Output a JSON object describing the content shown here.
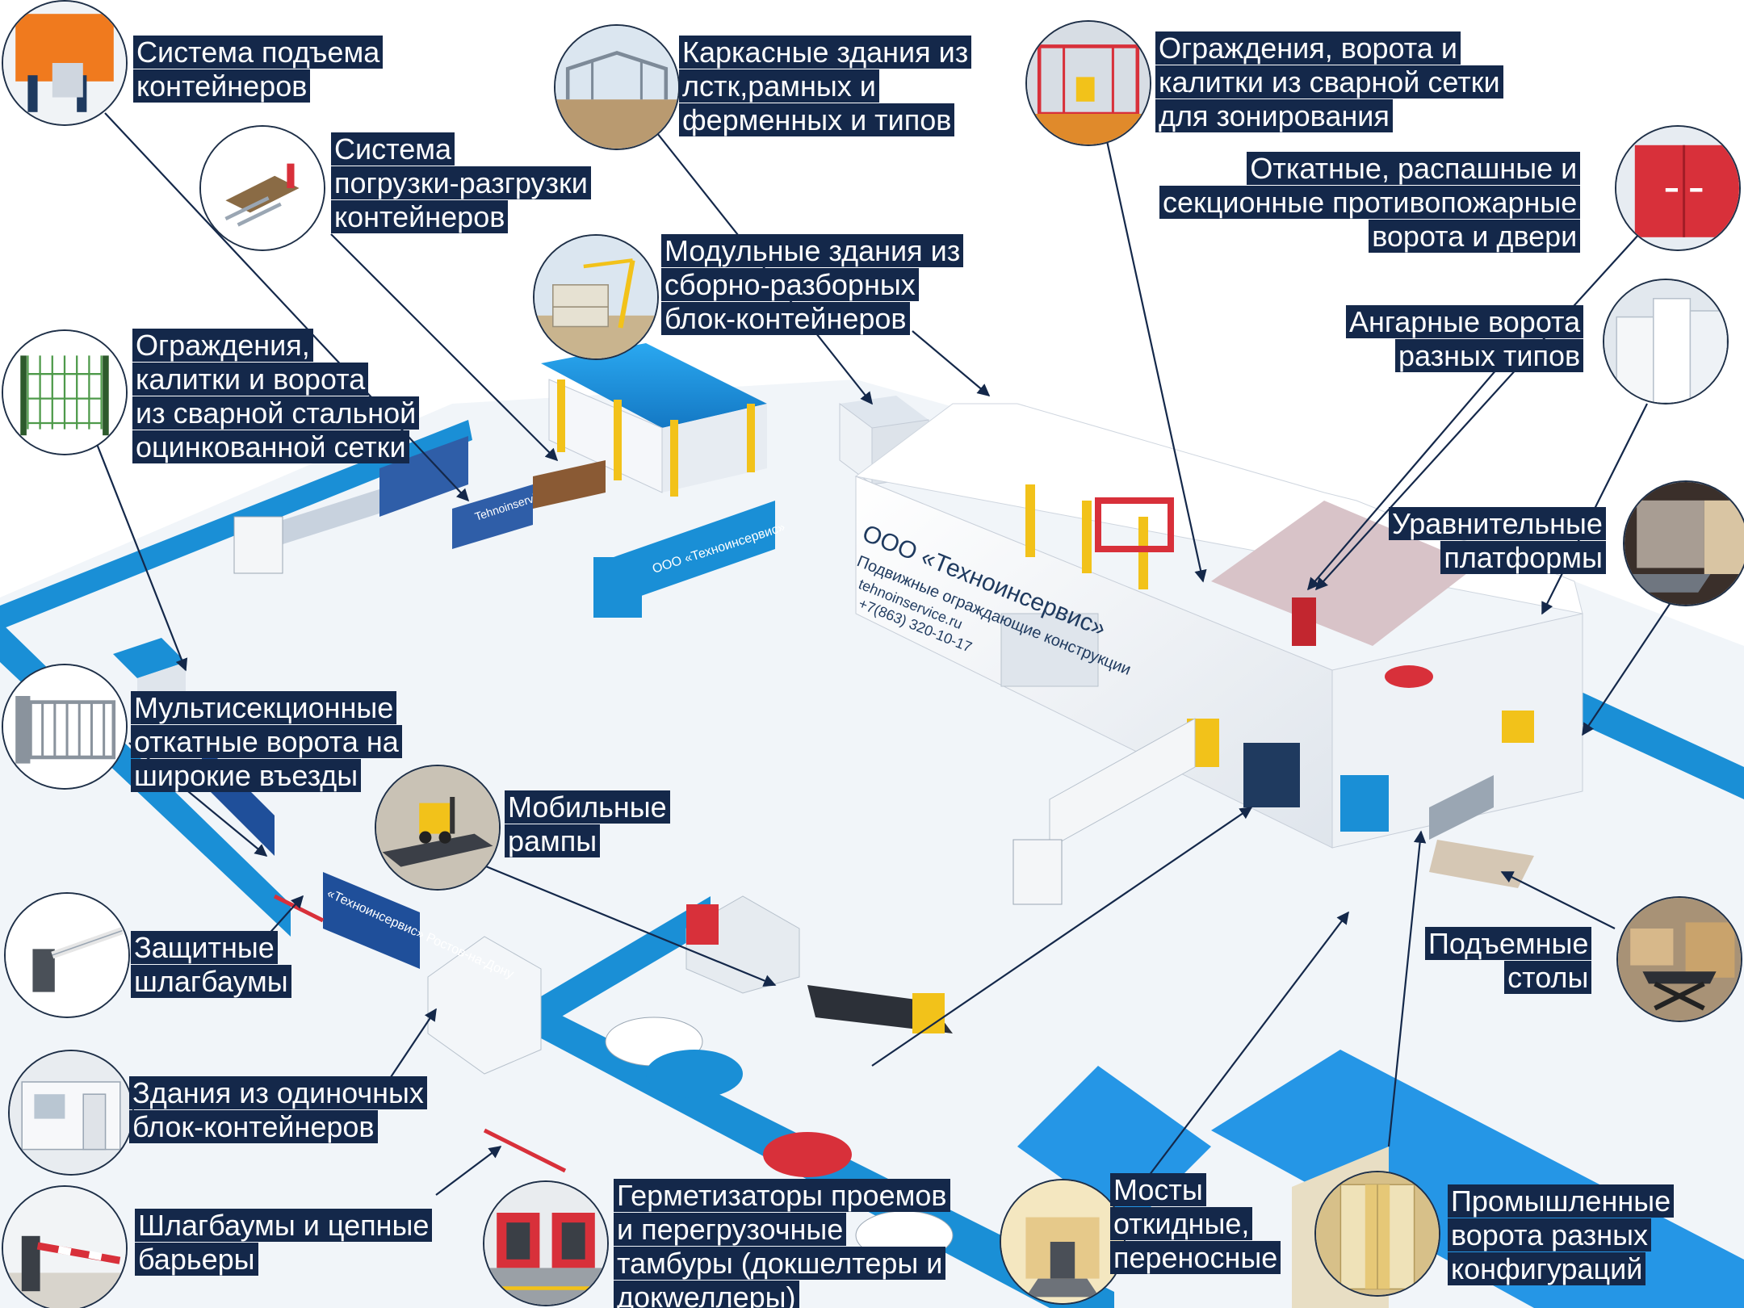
{
  "callouts": [
    {
      "id": "container-lift",
      "text": "Система подъема\nконтейнеров",
      "icon": "container-lift-photo"
    },
    {
      "id": "frame-buildings",
      "text": "Каркасные здания из\nлстк,рамных и\nферменных и типов",
      "icon": "frame-building-photo"
    },
    {
      "id": "mesh-zoning",
      "text": "Ограждения, ворота и\nкалитки из сварной сетки\nдля зонирования",
      "icon": "mesh-zoning-photo"
    },
    {
      "id": "container-loading",
      "text": "Система\nпогрузки-разгрузки\nконтейнеров",
      "icon": "container-loading-photo"
    },
    {
      "id": "fire-doors",
      "text": "Откатные, распашные и\nсекционные противопожарные\nворота и двери",
      "icon": "fire-door-photo"
    },
    {
      "id": "modular-buildings",
      "text": "Модульные здания из\nсборно-разборных\nблок-контейнеров",
      "icon": "modular-building-photo"
    },
    {
      "id": "hangar-gates",
      "text": "Ангарные ворота\nразных типов",
      "icon": "hangar-gate-photo"
    },
    {
      "id": "steel-mesh-fence",
      "text": "Ограждения,\nкалитки и ворота\nиз сварной стальной\nоцинкованной сетки",
      "icon": "mesh-fence-photo"
    },
    {
      "id": "dock-levelers",
      "text": "Уравнительные\nплатформы",
      "icon": "dock-leveler-photo"
    },
    {
      "id": "sliding-gates",
      "text": "Мультисекционные\nоткатные ворота на\nширокие въезды",
      "icon": "sliding-gate-photo"
    },
    {
      "id": "mobile-ramps",
      "text": "Мобильные\nрампы",
      "icon": "mobile-ramp-photo"
    },
    {
      "id": "barriers",
      "text": "Защитные\nшлагбаумы",
      "icon": "barrier-photo"
    },
    {
      "id": "lift-tables",
      "text": "Подъемные\nстолы",
      "icon": "lift-table-photo"
    },
    {
      "id": "single-containers",
      "text": "Здания из одиночных\nблок-контейнеров",
      "icon": "single-container-photo"
    },
    {
      "id": "chain-barriers",
      "text": "Шлагбаумы и цепные\nбарьеры",
      "icon": "chain-barrier-photo"
    },
    {
      "id": "dock-shelters",
      "text": "Герметизаторы проемов\nи перегрузочные\nтамбуры (докшелтеры и\nдокwеллеры)",
      "icon": "dock-shelter-photo"
    },
    {
      "id": "bridges",
      "text": "Мосты\nоткидные,\nпереносные",
      "icon": "bridge-photo"
    },
    {
      "id": "industrial-gates",
      "text": "Промышленные\nворота разных\nконфигураций",
      "icon": "industrial-gate-photo"
    }
  ],
  "scene": {
    "company_name": "ООО «Техноинсервис»",
    "company_tagline": "Подвижные ограждающие конструкции",
    "website": "tehnoinservice.ru",
    "phone": "+7(863) 320-10-17",
    "truck_brand": "ООО «Техноинсервис»",
    "container_brand": "Tehnoinservice",
    "gate_sign": "«Техноинсервис» Ростов-на-Дону"
  },
  "colors": {
    "label_bg": "#14284a",
    "fence_blue": "#1a8fd6",
    "roof_blue": "#2596e6",
    "ground": "#eef3f8",
    "accent_yellow": "#f2c21a",
    "fire_red": "#d8303a"
  }
}
